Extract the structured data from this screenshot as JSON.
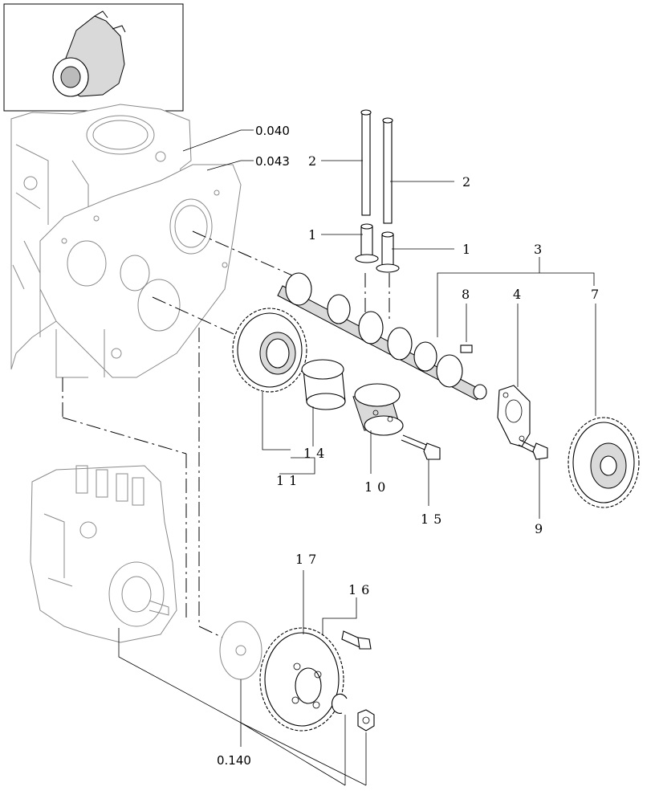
{
  "references": {
    "ref_0040": "0.040",
    "ref_0043": "0.043",
    "ref_0140": "0.140"
  },
  "callouts": {
    "c1_left": "1",
    "c1_right": "1",
    "c2_left": "2",
    "c2_right": "2",
    "c3": "3",
    "c4": "4",
    "c7": "7",
    "c8": "8",
    "c9": "9",
    "c10": "10",
    "c11": "11",
    "c14": "14",
    "c15": "15",
    "c16": "16",
    "c17": "17"
  },
  "icons": {
    "thumbnail": "engine-thumbnail-icon"
  }
}
